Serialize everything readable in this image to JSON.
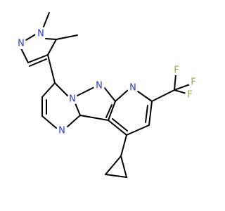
{
  "molecule": {
    "atoms": {
      "nPz1": {
        "symbol": "N",
        "color": "#2b3bd9"
      },
      "nPz2": {
        "symbol": "N",
        "color": "#2b3bd9"
      },
      "nBr": {
        "symbol": "N",
        "color": "#2b3bd9"
      },
      "nPy": {
        "symbol": "N",
        "color": "#2b3bd9"
      },
      "nPm": {
        "symbol": "N",
        "color": "#2b3bd9"
      },
      "nPym": {
        "symbol": "N",
        "color": "#2b3bd9"
      },
      "f1": {
        "symbol": "F",
        "color": "#8bb23a"
      },
      "f2": {
        "symbol": "F",
        "color": "#8bb23a"
      },
      "f3": {
        "symbol": "F",
        "color": "#8bb23a"
      }
    },
    "bond_color": "#000000"
  }
}
